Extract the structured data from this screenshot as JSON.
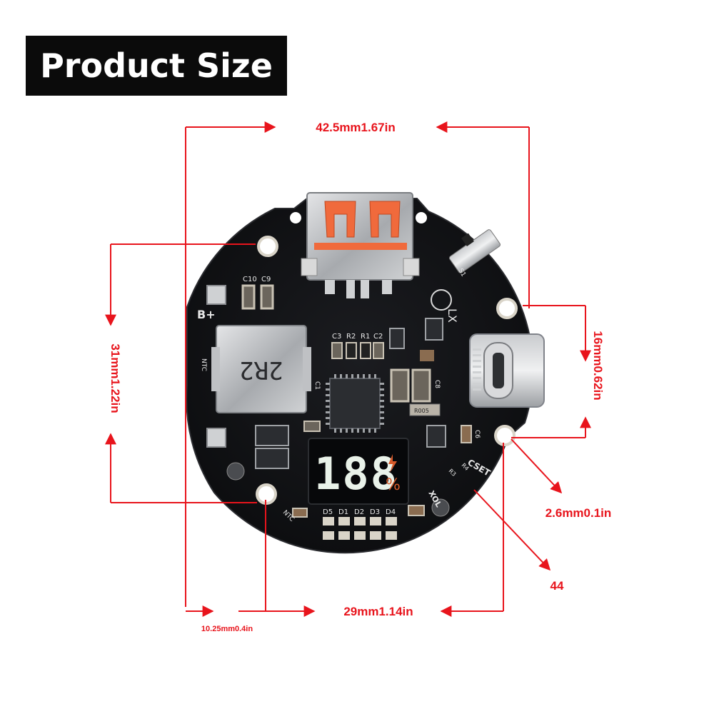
{
  "title": "Product Size",
  "dimensions": {
    "width_top": "42.5mm1.67in",
    "height_left": "31mm1.22in",
    "height_right": "16mm0.62in",
    "hole_diameter": "2.6mm0.1in",
    "label_44": "44",
    "bottom_span": "29mm1.14in",
    "edge_offset": "10.25mm0.4in"
  },
  "pcb": {
    "labels": {
      "b_plus": "B+",
      "ntc": "NTC",
      "ntc2": "NTC",
      "lx": "LX",
      "xol": "XOL",
      "cset": "CSET",
      "s1": "S1",
      "c9": "C9",
      "c10": "C10",
      "c3": "C3",
      "r2": "R2",
      "r1": "R1",
      "c2": "C2",
      "c8": "C8",
      "c6": "C6",
      "c1": "C1",
      "r005": "R005",
      "r3": "R3",
      "r4": "R4",
      "inductor": "2R2",
      "d5": "D5",
      "d1": "D1",
      "d2": "D2",
      "d3": "D3",
      "d4": "D4"
    },
    "display_digits": "188",
    "display_percent": "%"
  },
  "colors": {
    "dimension": "#e8141c",
    "board": "#121316",
    "title_bg": "#0b0b0b"
  }
}
